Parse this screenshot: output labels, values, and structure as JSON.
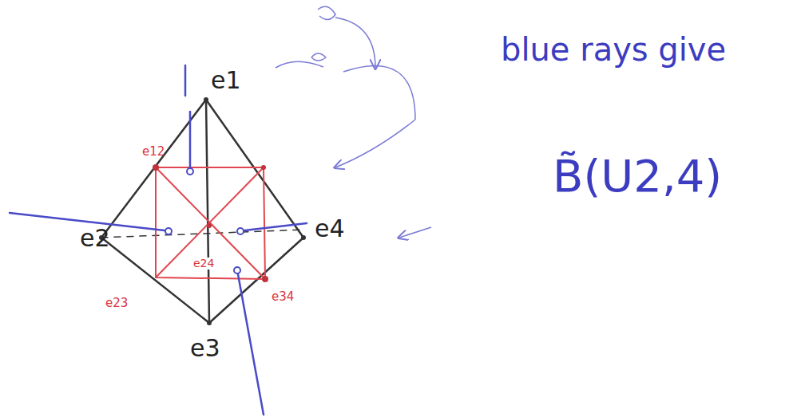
{
  "diagram": {
    "labels": [
      "e1",
      "e12",
      "e2",
      "e4",
      "e24",
      "e23",
      "e34",
      "e3",
      "blue rays give",
      "B̃(U2,4)"
    ]
  }
}
